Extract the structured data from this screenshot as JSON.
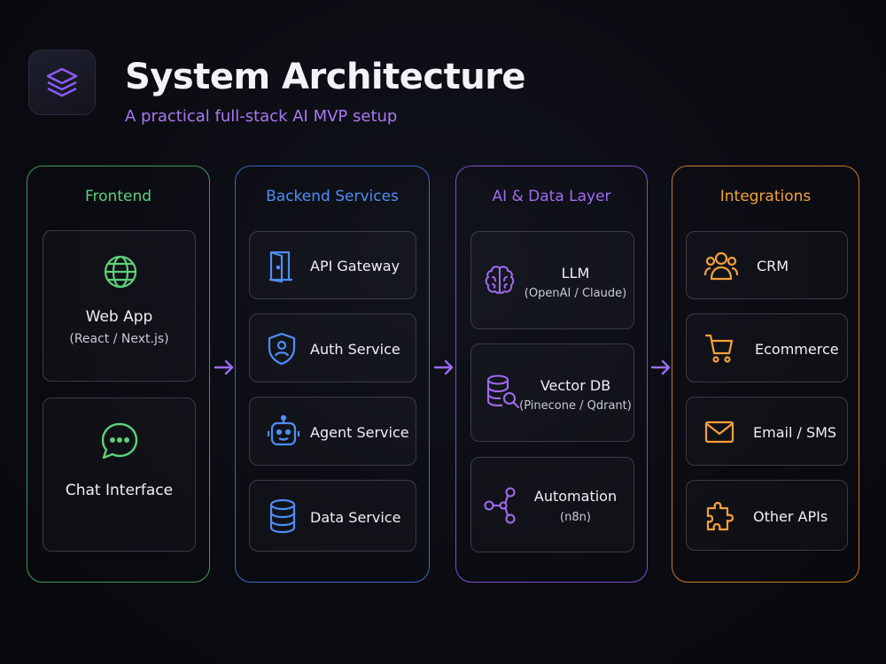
{
  "header": {
    "title": "System Architecture",
    "subtitle": "A practical full-stack AI MVP setup",
    "logo_icon": "layers-icon"
  },
  "columns": [
    {
      "title": "Frontend",
      "color": "#5fd07c",
      "items": [
        {
          "label": "Web App",
          "sub": "(React / Next.js)",
          "icon": "globe-icon"
        },
        {
          "label": "Chat Interface",
          "sub": "",
          "icon": "chat-bubble-icon"
        }
      ]
    },
    {
      "title": "Backend Services",
      "color": "#4e8ef5",
      "items": [
        {
          "label": "API Gateway",
          "icon": "door-icon"
        },
        {
          "label": "Auth Service",
          "icon": "shield-user-icon"
        },
        {
          "label": "Agent Service",
          "icon": "robot-icon"
        },
        {
          "label": "Data Service",
          "icon": "database-icon"
        }
      ]
    },
    {
      "title": "AI & Data Layer",
      "color": "#a06bf2",
      "items": [
        {
          "label": "LLM",
          "sub": "(OpenAI / Claude)",
          "icon": "brain-icon"
        },
        {
          "label": "Vector DB",
          "sub": "(Pinecone / Qdrant)",
          "icon": "database-search-icon"
        },
        {
          "label": "Automation",
          "sub": "(n8n)",
          "icon": "workflow-nodes-icon"
        }
      ]
    },
    {
      "title": "Integrations",
      "color": "#f5a03b",
      "items": [
        {
          "label": "CRM",
          "icon": "users-icon"
        },
        {
          "label": "Ecommerce",
          "icon": "cart-icon"
        },
        {
          "label": "Email / SMS",
          "icon": "mail-icon"
        },
        {
          "label": "Other APIs",
          "icon": "puzzle-icon"
        }
      ]
    }
  ]
}
